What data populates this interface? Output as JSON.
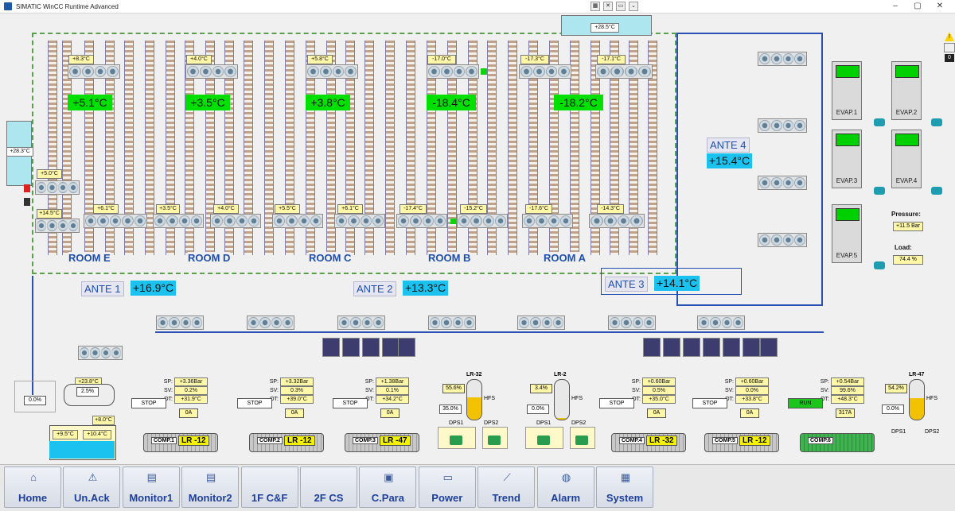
{
  "window": {
    "title": "SIMATIC WinCC Runtime Advanced",
    "minimize_icon": "minimize-icon",
    "maximize_icon": "maximize-icon",
    "close_icon": "close-icon"
  },
  "header_temp": "+28.5°C",
  "left_outdoor_temp": "+28.3°C",
  "alarm_count": "0",
  "rooms": [
    {
      "id": "E",
      "name": "ROOM E",
      "temp": "+5.1°C",
      "top_sensor": "+8.3°C",
      "bottom_sensor": "+6.1°C"
    },
    {
      "id": "D",
      "name": "ROOM D",
      "temp": "+3.5°C",
      "top_sensor": "+4.0°C",
      "bottom_sensor_a": "+3.5°C",
      "bottom_sensor_b": "+4.0°C"
    },
    {
      "id": "C",
      "name": "ROOM C",
      "temp": "+3.8°C",
      "top_sensor": "+5.8°C",
      "bottom_sensor_a": "+5.5°C",
      "bottom_sensor_b": "+6.1°C"
    },
    {
      "id": "B",
      "name": "ROOM B",
      "temp": "-18.4°C",
      "top_sensor": "-17.0°C",
      "bottom_sensor_a": "-17.4°C",
      "bottom_sensor_b": "-15.2°C"
    },
    {
      "id": "A",
      "name": "ROOM A",
      "temp": "-18.2°C",
      "top_sensor_a": "-17.3°C",
      "top_sensor_b": "-17.1°C",
      "bottom_sensor_a": "-17.6°C",
      "bottom_sensor_b": "-14.3°C"
    }
  ],
  "left_sensors": {
    "s1": "+5.0°C",
    "s2": "+14.5°C"
  },
  "antes": [
    {
      "name": "ANTE 1",
      "temp": "+16.9°C"
    },
    {
      "name": "ANTE 2",
      "temp": "+13.3°C"
    },
    {
      "name": "ANTE 3",
      "temp": "+14.1°C"
    },
    {
      "name": "ANTE 4",
      "temp": "+15.4°C"
    }
  ],
  "evaporators": [
    "EVAP.1",
    "EVAP.2",
    "EVAP.3",
    "EVAP.4",
    "EVAP.5"
  ],
  "pressure": {
    "label": "Pressure:",
    "value": "+11.5 Bar",
    "load_label": "Load:",
    "load_value": "74.4 %"
  },
  "left_receiver": {
    "t1": "+23.8°C",
    "pct": "2.5%",
    "valve": "0.0%",
    "t2": "+8.0°C",
    "t3": "+9.5°C",
    "t4": "+10.4°C"
  },
  "compressors": [
    {
      "name": "COMP.1",
      "type": "LR -12",
      "state": "STOP",
      "sp": "+3.36Bar",
      "sv": "0.2%",
      "ot": "+31.9°C",
      "amp": "0A"
    },
    {
      "name": "COMP.2",
      "type": "LR -12",
      "state": "STOP",
      "sp": "+3.32Bar",
      "sv": "0.3%",
      "ot": "+39.0°C",
      "amp": "0A"
    },
    {
      "name": "COMP.3",
      "type": "LR -47",
      "state": "STOP",
      "sp": "+1.38Bar",
      "sv": "0.1%",
      "ot": "+34.2°C",
      "amp": "0A"
    },
    {
      "name": "COMP.4",
      "type": "LR -32",
      "state": "STOP",
      "sp": "+0.60Bar",
      "sv": "0.5%",
      "ot": "+35.0°C",
      "amp": "0A"
    },
    {
      "name": "COMP.5",
      "type": "LR -12",
      "state": "STOP",
      "sp": "+0.60Bar",
      "sv": "0.0%",
      "ot": "+33.8°C",
      "amp": "0A"
    },
    {
      "name": "COMP.6",
      "type": "",
      "state": "RUN",
      "sp": "+0.54Bar",
      "sv": "99.6%",
      "ot": "+48.3°C",
      "amp": "317A"
    }
  ],
  "kv_labels": {
    "sp": "SP:",
    "sv": "SV:",
    "ot": "OT:"
  },
  "receivers": [
    {
      "name": "LR-32",
      "level_pct": "55.6%",
      "valve": "35.0%",
      "level": 0.556
    },
    {
      "name": "LR-2",
      "level_pct": "3.4%",
      "valve": "0.0%",
      "level": 0.034
    },
    {
      "name": "LR-47",
      "level_pct": "54.2%",
      "valve": "0.0%",
      "level": 0.542
    }
  ],
  "dps": {
    "a": "DPS1",
    "b": "DPS2",
    "hfs": "HFS"
  },
  "nav": [
    {
      "label": "Home",
      "icon": "home-icon",
      "glyph": "⌂"
    },
    {
      "label": "Un.Ack",
      "icon": "warning-icon",
      "glyph": "⚠"
    },
    {
      "label": "Monitor1",
      "icon": "monitor-icon",
      "glyph": "▤"
    },
    {
      "label": "Monitor2",
      "icon": "monitor-icon",
      "glyph": "▤"
    },
    {
      "label": "1F C&F",
      "icon": "",
      "glyph": ""
    },
    {
      "label": "2F CS",
      "icon": "",
      "glyph": ""
    },
    {
      "label": "C.Para",
      "icon": "parameters-icon",
      "glyph": "▣"
    },
    {
      "label": "Power",
      "icon": "power-icon",
      "glyph": "▭"
    },
    {
      "label": "Trend",
      "icon": "trend-icon",
      "glyph": "⟋"
    },
    {
      "label": "Alarm",
      "icon": "alarm-icon",
      "glyph": "◍"
    },
    {
      "label": "System",
      "icon": "system-icon",
      "glyph": "▦"
    }
  ],
  "colors": {
    "room_temp_bg": "#00e000",
    "ante_temp_bg": "#1cc2ef",
    "label_blue": "#1e4fb0",
    "tag_yellow": "#fff7a8",
    "run_green": "#1cc51c"
  }
}
